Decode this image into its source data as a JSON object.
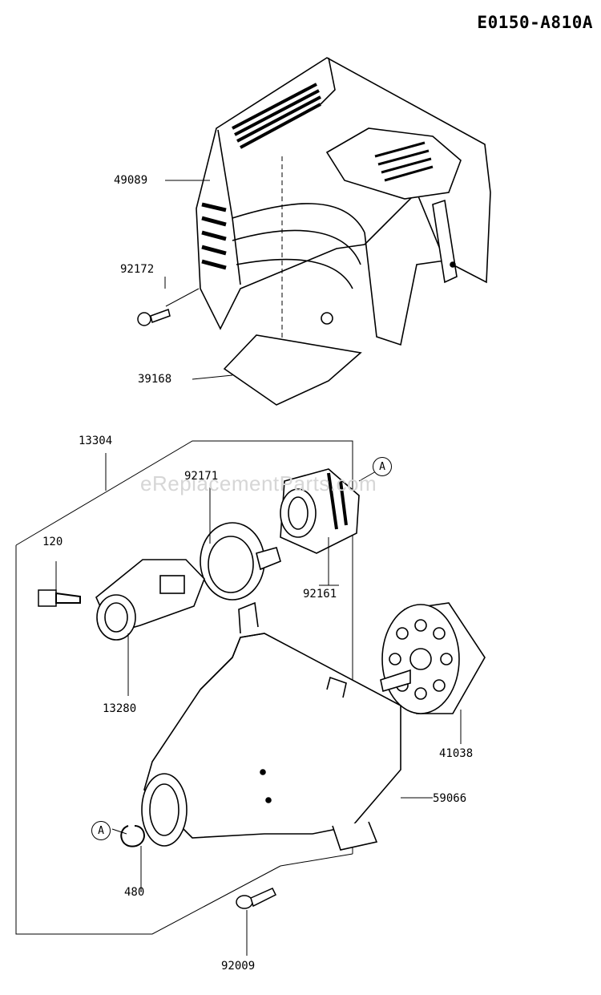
{
  "diagram_code": "E0150-A810A",
  "watermark": "eReplacementParts.com",
  "callout_letter": "A",
  "parts": {
    "shroud": "49089",
    "shroud_bolt": "92172",
    "shroud_plate": "39168",
    "assembly": "13304",
    "bolt_120": "120",
    "ring_92171": "92171",
    "clutch_drum_92161": "92161",
    "hub_13280": "13280",
    "flywheel": "41038",
    "housing": "59066",
    "circlip": "480",
    "housing_bolt": "92009"
  },
  "colors": {
    "line": "#000000",
    "shade": "#1a1a1a",
    "paper": "#ffffff",
    "watermark": "#d6d6d6"
  }
}
